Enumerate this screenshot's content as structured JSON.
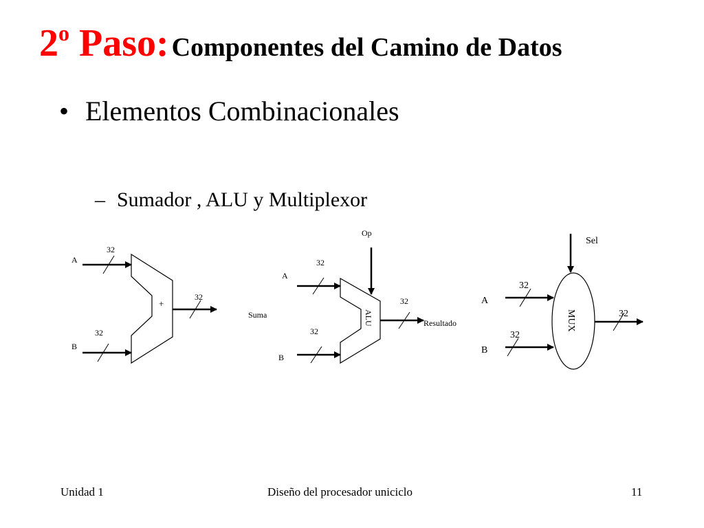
{
  "title": {
    "step_number": "2",
    "step_superscript": "o",
    "step_word": "Paso:",
    "subtitle": "Componentes del Camino de Datos"
  },
  "bullets": {
    "main": "Elementos Combinacionales",
    "sub": "Sumador , ALU y Multiplexor"
  },
  "diagrams": {
    "adder": {
      "input_a": "A",
      "input_b": "B",
      "width_a": "32",
      "width_b": "32",
      "width_out": "32",
      "symbol": "+"
    },
    "alu": {
      "control": "Op",
      "input_a": "A",
      "input_b": "B",
      "width_a": "32",
      "width_b": "32",
      "width_out": "32",
      "body_label": "ALU",
      "operation_label": "Suma",
      "output_label": "Resultado"
    },
    "mux": {
      "select": "Sel",
      "input_a": "A",
      "input_b": "B",
      "width_a": "32",
      "width_b": "32",
      "width_out": "32",
      "body_label": "MUX"
    }
  },
  "footer": {
    "left": "Unidad 1",
    "center": "Diseño del procesador uniciclo",
    "page_number": "11"
  }
}
